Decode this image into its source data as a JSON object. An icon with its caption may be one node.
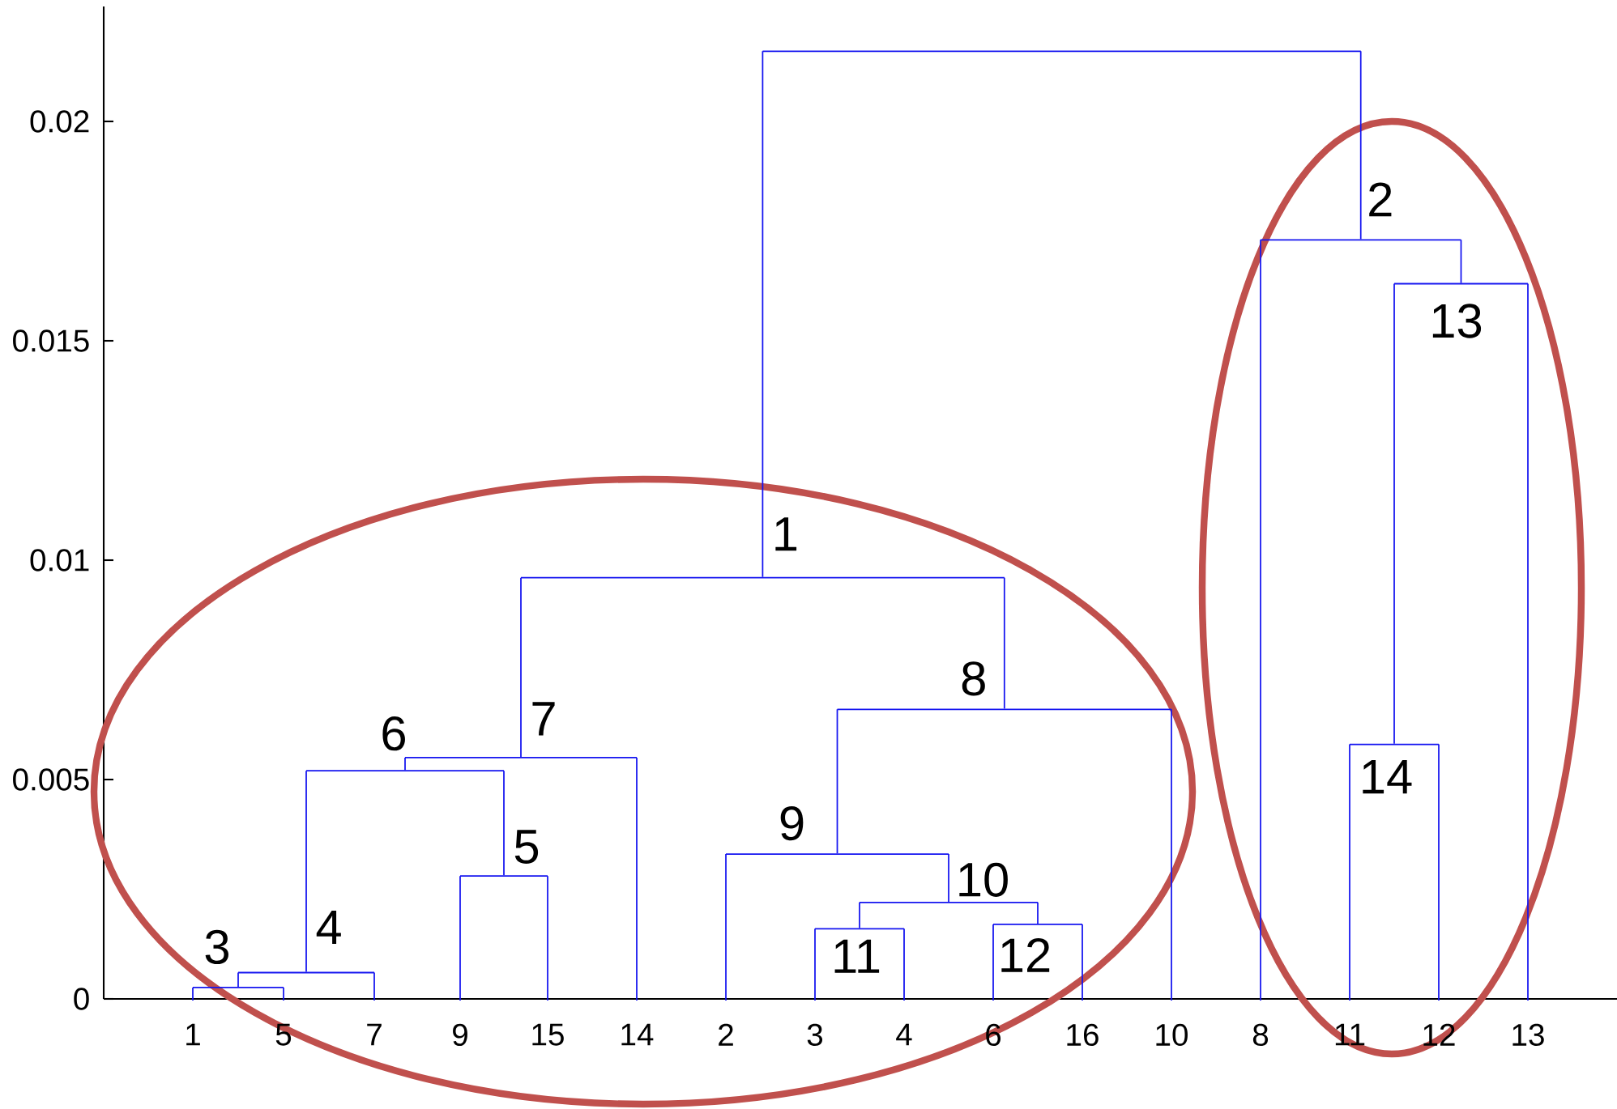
{
  "diagram": {
    "nodes": [
      {
        "text": [],
        "shape": "bar"
      },
      {
        "text": [
          "1"
        ]
      },
      {
        "text": [
          "2"
        ]
      },
      {
        "text": [
          "3"
        ]
      },
      {
        "text": [
          "4"
        ]
      },
      {
        "text": [
          "5"
        ]
      },
      {
        "text": [
          "6"
        ]
      },
      {
        "text": [
          "7"
        ]
      },
      {
        "text": [
          "8"
        ]
      },
      {
        "text": [
          "9"
        ]
      },
      {
        "text": [
          "10"
        ]
      },
      {
        "text": [
          "11"
        ]
      },
      {
        "text": [
          "12"
        ]
      },
      {
        "text": [
          "13"
        ]
      },
      {
        "text": [
          "14"
        ]
      },
      {
        "text": [
          "1"
        ]
      },
      {
        "text": [
          "5"
        ]
      },
      {
        "text": [
          "7"
        ]
      },
      {
        "text": [
          "9"
        ]
      },
      {
        "text": [
          "15"
        ]
      },
      {
        "text": [
          "14"
        ]
      },
      {
        "text": [
          "2"
        ]
      },
      {
        "text": [
          "3"
        ]
      },
      {
        "text": [
          "4"
        ]
      },
      {
        "text": [
          "6"
        ]
      },
      {
        "text": [
          "16"
        ]
      },
      {
        "text": [
          "10"
        ]
      },
      {
        "text": [
          "8"
        ]
      },
      {
        "text": [
          "11"
        ]
      },
      {
        "text": [
          "12"
        ]
      },
      {
        "text": [
          "13"
        ]
      }
    ],
    "edges": [
      {
        "from": 0,
        "to": 1,
        "arrow": "none"
      },
      {
        "from": 0,
        "to": 2,
        "arrow": "none"
      },
      {
        "from": 1,
        "to": 7,
        "arrow": "none"
      },
      {
        "from": 1,
        "to": 8,
        "arrow": "none"
      },
      {
        "from": 2,
        "to": 27,
        "arrow": "none"
      },
      {
        "from": 2,
        "to": 13,
        "arrow": "none"
      },
      {
        "from": 3,
        "to": 15,
        "arrow": "none"
      },
      {
        "from": 3,
        "to": 16,
        "arrow": "none"
      },
      {
        "from": 4,
        "to": 3,
        "arrow": "none"
      },
      {
        "from": 4,
        "to": 17,
        "arrow": "none"
      },
      {
        "from": 5,
        "to": 18,
        "arrow": "none"
      },
      {
        "from": 5,
        "to": 19,
        "arrow": "none"
      },
      {
        "from": 6,
        "to": 4,
        "arrow": "none"
      },
      {
        "from": 6,
        "to": 5,
        "arrow": "none"
      },
      {
        "from": 7,
        "to": 6,
        "arrow": "none"
      },
      {
        "from": 7,
        "to": 20,
        "arrow": "none"
      },
      {
        "from": 8,
        "to": 9,
        "arrow": "none"
      },
      {
        "from": 8,
        "to": 26,
        "arrow": "none"
      },
      {
        "from": 9,
        "to": 21,
        "arrow": "none"
      },
      {
        "from": 9,
        "to": 10,
        "arrow": "none"
      },
      {
        "from": 10,
        "to": 11,
        "arrow": "none"
      },
      {
        "from": 10,
        "to": 12,
        "arrow": "none"
      },
      {
        "from": 11,
        "to": 22,
        "arrow": "none"
      },
      {
        "from": 11,
        "to": 23,
        "arrow": "none"
      },
      {
        "from": 12,
        "to": 24,
        "arrow": "none"
      },
      {
        "from": 12,
        "to": 25,
        "arrow": "none"
      },
      {
        "from": 13,
        "to": 14,
        "arrow": "none"
      },
      {
        "from": 13,
        "to": 30,
        "arrow": "none"
      },
      {
        "from": 14,
        "to": 28,
        "arrow": "none"
      },
      {
        "from": 14,
        "to": 29,
        "arrow": "none"
      }
    ],
    "labels": [
      "0.02",
      "0.015",
      "0.01",
      "0.005",
      "0"
    ]
  }
}
